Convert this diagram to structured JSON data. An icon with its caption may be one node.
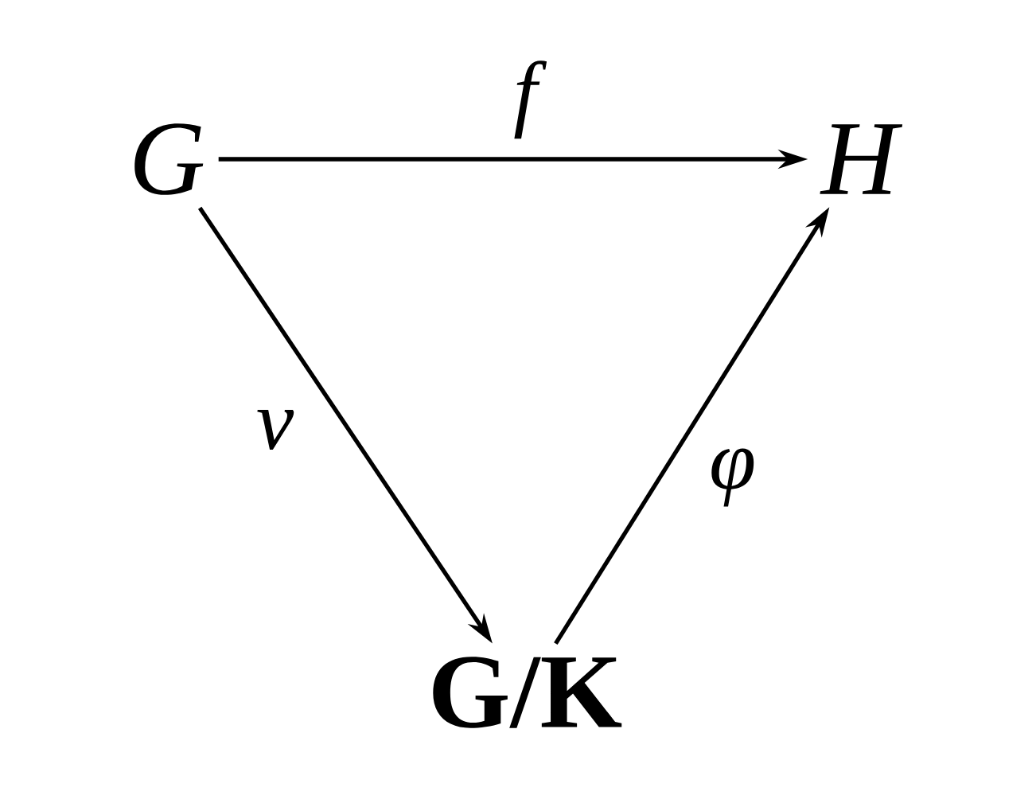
{
  "diagram": {
    "nodes": [
      {
        "text": [
          "G"
        ]
      },
      {
        "text": [
          "H"
        ]
      },
      {
        "text": [
          "G/K"
        ]
      }
    ],
    "edges": [
      {
        "from": 0,
        "to": 1,
        "arrow": "to",
        "label": "f"
      },
      {
        "from": 0,
        "to": 2,
        "arrow": "to",
        "label": "ν"
      },
      {
        "from": 2,
        "to": 1,
        "arrow": "to",
        "label": "φ"
      }
    ]
  }
}
